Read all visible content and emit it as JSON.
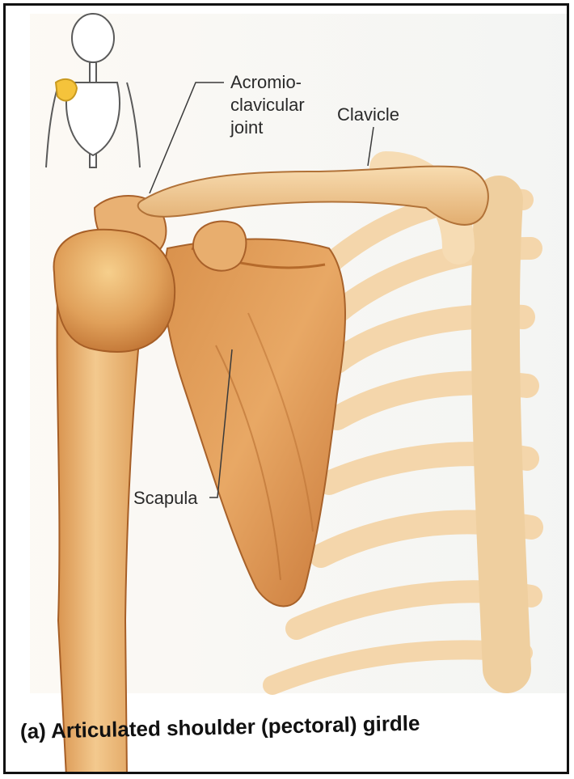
{
  "labels": {
    "acromioclavicular_line1": "Acromio-",
    "acromioclavicular_line2": "clavicular",
    "acromioclavicular_line3": "joint",
    "clavicle": "Clavicle",
    "scapula": "Scapula"
  },
  "caption": "(a) Articulated shoulder (pectoral) girdle",
  "colors": {
    "bone_light": "#f3cf9a",
    "bone_mid": "#e2a260",
    "bone_dark": "#c27632",
    "rib": "#f6dcb4",
    "highlight": "#f5c33b",
    "background": "#ffffff"
  },
  "icons": {
    "inset": "skeleton-icon"
  }
}
